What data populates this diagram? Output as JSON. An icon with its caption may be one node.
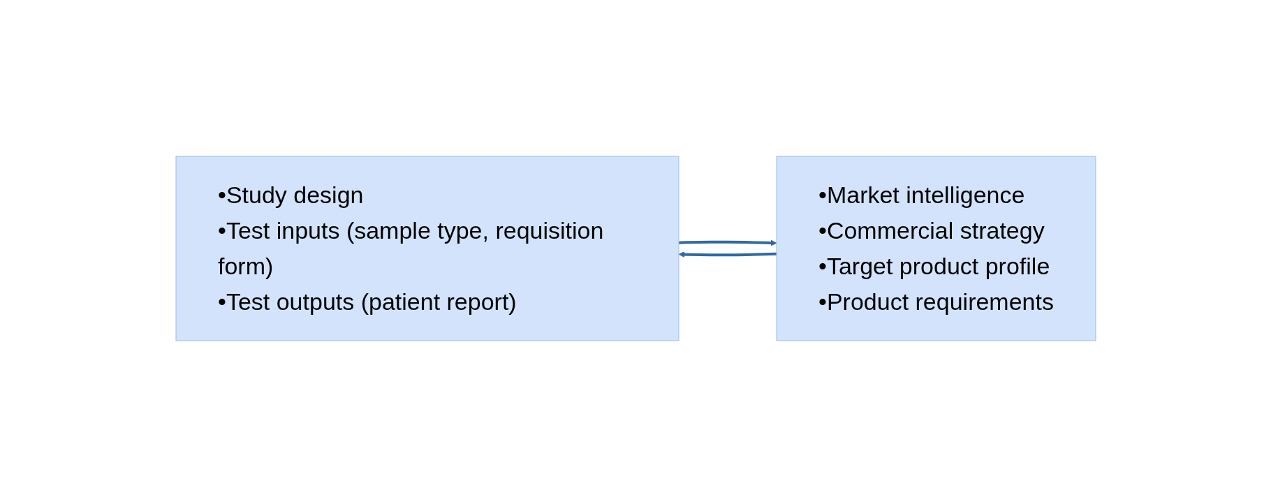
{
  "diagram": {
    "nodes": [
      {
        "text": [
          "•Study design",
          "•Test inputs (sample type, requisition form)",
          "•Test outputs (patient report)"
        ]
      },
      {
        "text": [
          "•Market intelligence",
          "•Commercial strategy",
          "•Target product profile",
          "•Product requirements"
        ]
      }
    ],
    "edges": [
      {
        "from": 0,
        "to": 1,
        "arrow": "to"
      },
      {
        "from": 1,
        "to": 0,
        "arrow": "to"
      }
    ]
  }
}
